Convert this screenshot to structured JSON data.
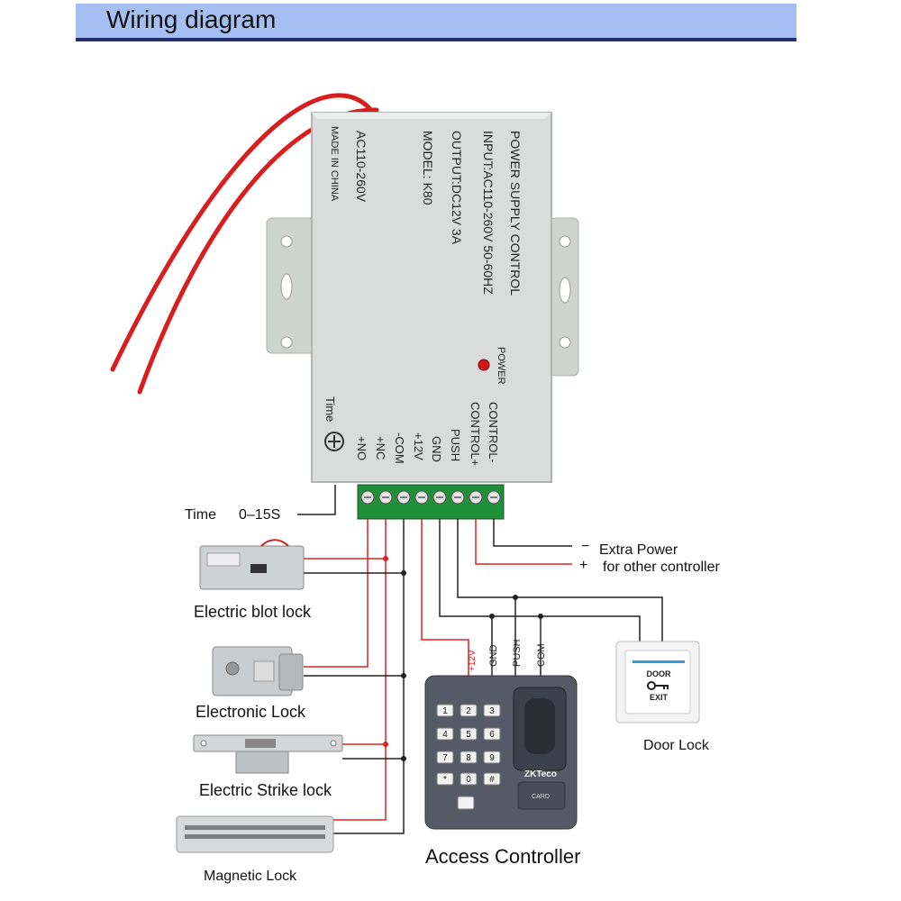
{
  "header": {
    "title": "Wiring diagram"
  },
  "power_supply": {
    "title": "POWER SUPPLY CONTROL",
    "input": "INPUT:AC110-260V 50-60HZ",
    "output": "OUTPUT:DC12V 3A",
    "model": "MODEL: K80",
    "ac_label": "AC110-260V",
    "made_in": "MADE IN CHINA",
    "power_led_label": "POWER",
    "time_label": "Time",
    "terminals": [
      "CONTROL-",
      "CONTROL+",
      "PUSH",
      "GND",
      "+12V",
      "-COM",
      "+NC",
      "+NO"
    ]
  },
  "annotations": {
    "time_range_label": "Time",
    "time_range_value": "0–15S",
    "extra_power_minus": "−",
    "extra_power_plus": "+",
    "extra_power_line1": "Extra Power",
    "extra_power_line2": "for other controller"
  },
  "controller_pins": {
    "p12v": "+12V",
    "gnd": "GND",
    "push": "PUSH",
    "com": "COM"
  },
  "devices": {
    "bolt_lock": "Electric blot lock",
    "electronic_lock": "Electronic Lock",
    "strike_lock": "Electric Strike lock",
    "magnetic_lock": "Magnetic Lock",
    "access_controller": "Access Controller",
    "door_lock": "Door Lock"
  },
  "exit_button": {
    "top": "DOOR",
    "bottom": "EXIT"
  },
  "keypad": {
    "keys": [
      "1",
      "2",
      "3",
      "4",
      "5",
      "6",
      "7",
      "8",
      "9",
      "*",
      "0",
      "#"
    ],
    "brand": "ZKTeco",
    "card_label": "CARD"
  },
  "colors": {
    "header_bg": "#a5bff2",
    "header_rule": "#24306e",
    "wire_red": "#e02020",
    "wire_black": "#222222",
    "terminal_green": "#1f8f3a",
    "case_gray": "#d7dbd8"
  }
}
